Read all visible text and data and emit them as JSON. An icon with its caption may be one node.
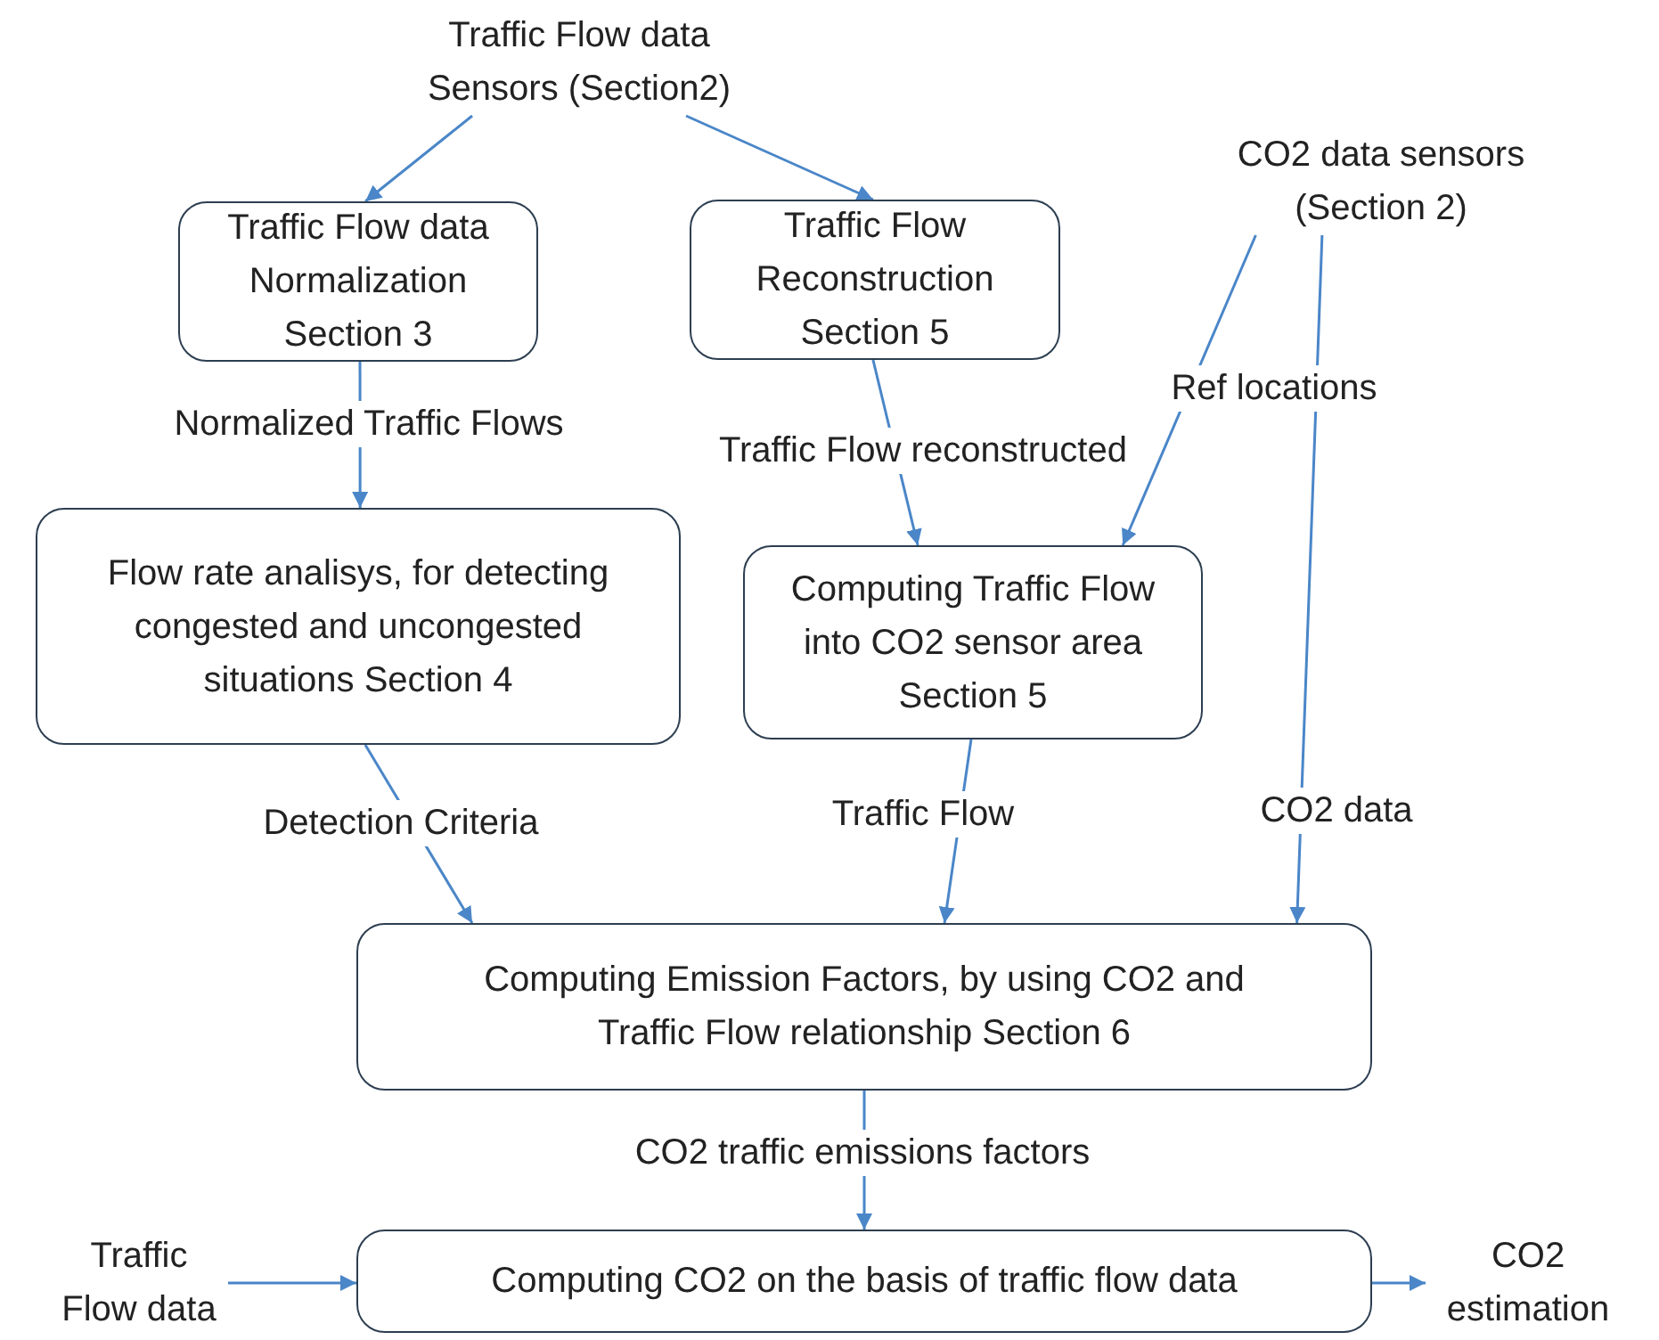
{
  "diagram": {
    "nodes": [
      {
        "text": [
          "Traffic Flow data Sensors (Section2)"
        ]
      },
      {
        "text": [
          "Traffic Flow data Normalization Section 3"
        ]
      },
      {
        "text": [
          "Traffic Flow Reconstruction Section 5"
        ]
      },
      {
        "text": [
          "CO2 data sensors (Section 2)"
        ]
      },
      {
        "text": [
          "Flow rate analisys, for detecting congested and uncongested situations Section 4"
        ]
      },
      {
        "text": [
          "Computing Traffic Flow into CO2 sensor area Section 5"
        ]
      },
      {
        "text": [
          "Computing Emission Factors, by using CO2 and Traffic Flow relationship Section 6"
        ]
      },
      {
        "text": [
          "Traffic Flow data"
        ]
      },
      {
        "text": [
          "Computing CO2 on the basis of traffic flow data"
        ]
      },
      {
        "text": [
          "CO2 estimation"
        ]
      }
    ],
    "edges": [
      {
        "from": 0,
        "to": 1,
        "arrow": "to"
      },
      {
        "from": 0,
        "to": 2,
        "arrow": "to"
      },
      {
        "from": 1,
        "to": 4,
        "arrow": "to",
        "label": "Normalized Traffic Flows"
      },
      {
        "from": 2,
        "to": 5,
        "arrow": "to",
        "label": "Traffic Flow reconstructed"
      },
      {
        "from": 3,
        "to": 5,
        "arrow": "to",
        "label": "Ref locations"
      },
      {
        "from": 4,
        "to": 6,
        "arrow": "to",
        "label": "Detection Criteria"
      },
      {
        "from": 5,
        "to": 6,
        "arrow": "to",
        "label": "Traffic Flow"
      },
      {
        "from": 3,
        "to": 6,
        "arrow": "to",
        "label": "CO2 data"
      },
      {
        "from": 6,
        "to": 8,
        "arrow": "to",
        "label": "CO2 traffic emissions factors"
      },
      {
        "from": 7,
        "to": 8,
        "arrow": "to"
      },
      {
        "from": 8,
        "to": 9,
        "arrow": "to"
      }
    ]
  }
}
